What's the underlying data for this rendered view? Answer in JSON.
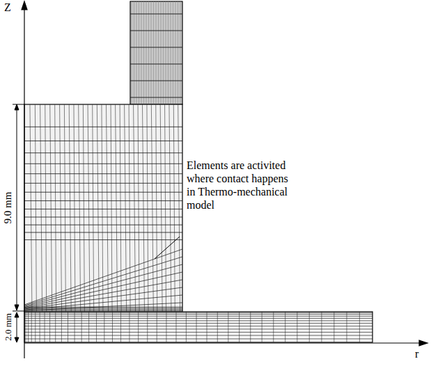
{
  "diagram": {
    "labels": [
      "Z",
      "9.0 mm",
      "2.0 mm",
      "Elements are activited where contact happens in Thermo-mechanical model",
      "r"
    ]
  }
}
